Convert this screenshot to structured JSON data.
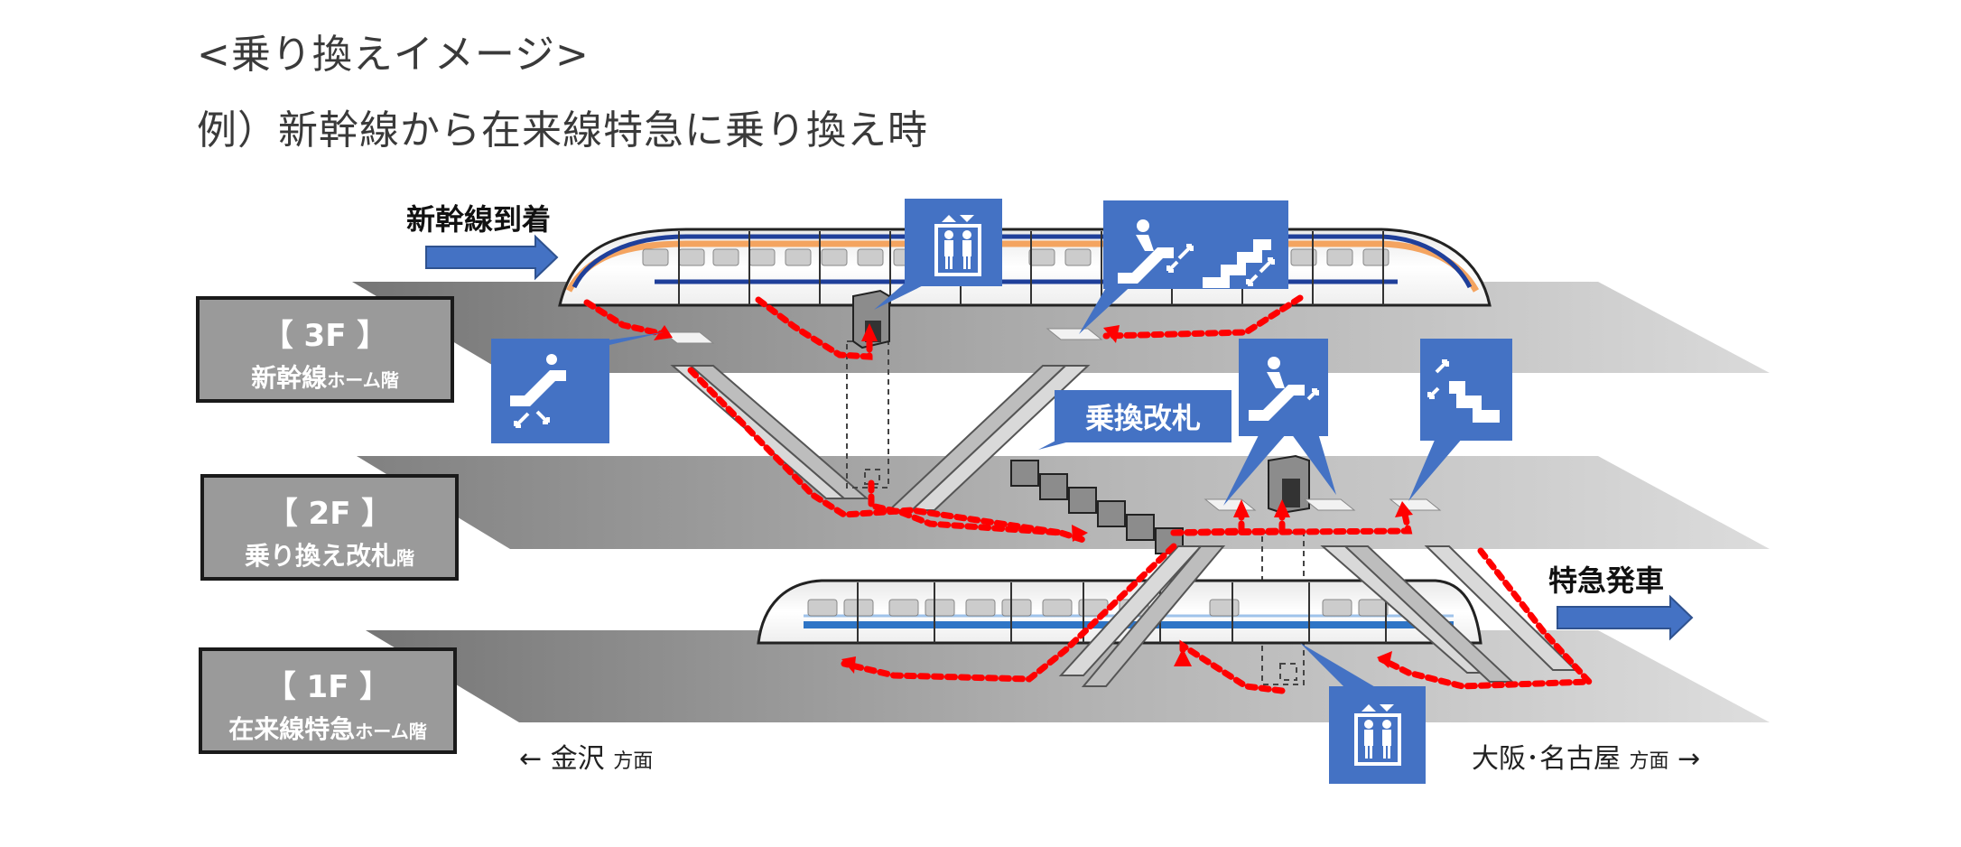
{
  "heading": {
    "title": "<乗り換えイメージ>",
    "subtitle": "例）新幹線から在来線特急に乗り換え時"
  },
  "floors": [
    {
      "num": "【 3F 】",
      "name": "新幹線",
      "suffix": "ホーム階"
    },
    {
      "num": "【 2F 】",
      "name": "乗り換え改札",
      "suffix": "階"
    },
    {
      "num": "【 1F 】",
      "name": "在来線特急",
      "suffix": "ホーム階"
    }
  ],
  "arrival_label": "新幹線到着",
  "departure_label": "特急発車",
  "transfer_gate_label": "乗換改札",
  "directions": {
    "left": {
      "arrow": "←",
      "place": "金沢",
      "suffix": "方面"
    },
    "right": {
      "place": "大阪･名古屋",
      "suffix": "方面",
      "arrow": "→"
    }
  },
  "icons": [
    "elevator-icon",
    "escalator-icon",
    "stairs-icon"
  ],
  "colors": {
    "accent_blue": "#4472c4",
    "route_red": "#ff0000",
    "floor_label_gray": "#9a9a9a",
    "shinkansen_orange": "#f4a460",
    "shinkansen_navy": "#1f3f9a",
    "limited_express_blue": "#2e75c6"
  }
}
